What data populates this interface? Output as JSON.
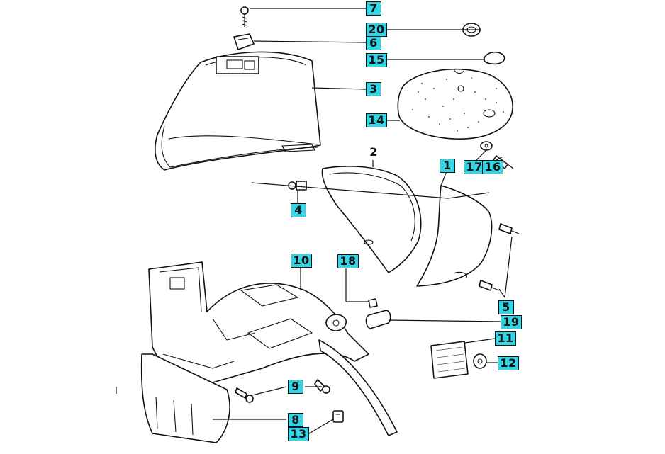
{
  "callouts": {
    "c7": "7",
    "c20": "20",
    "c6": "6",
    "c15": "15",
    "c3": "3",
    "c14": "14",
    "c2": "2",
    "c1": "1",
    "c17": "17",
    "c16": "16",
    "c4": "4",
    "c10": "10",
    "c18": "18",
    "c5": "5",
    "c19": "19",
    "c11": "11",
    "c12": "12",
    "c9": "9",
    "c8": "8",
    "c13": "13"
  },
  "colors": {
    "callout_fill": "#33d6e6",
    "line": "#111111",
    "background": "#ffffff"
  }
}
